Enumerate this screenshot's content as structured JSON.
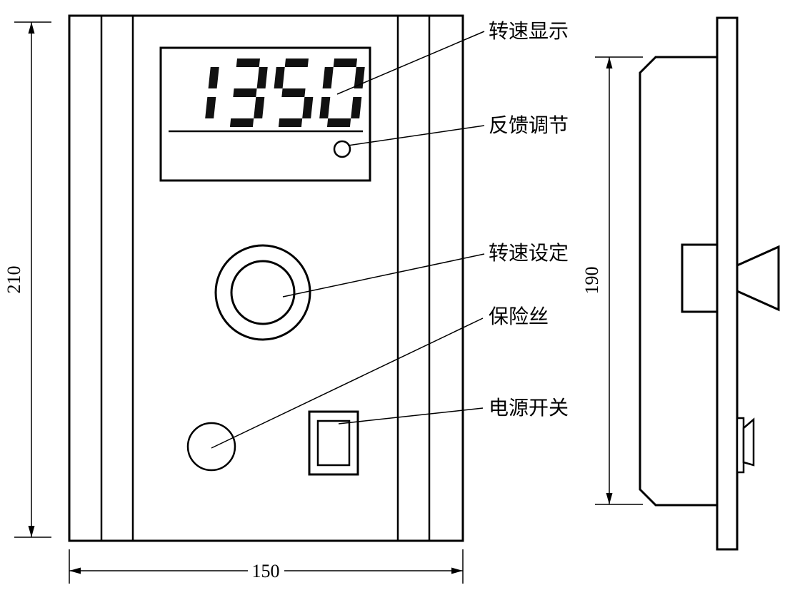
{
  "diagram": {
    "display_value": "1350",
    "labels": {
      "speed_display": "转速显示",
      "feedback_adjust": "反馈调节",
      "speed_setting": "转速设定",
      "fuse": "保险丝",
      "power_switch": "电源开关"
    },
    "dimensions": {
      "height": "210",
      "width": "150",
      "side_height": "190"
    },
    "colors": {
      "line": "#000000",
      "background": "#ffffff",
      "segment": "#111111"
    }
  }
}
